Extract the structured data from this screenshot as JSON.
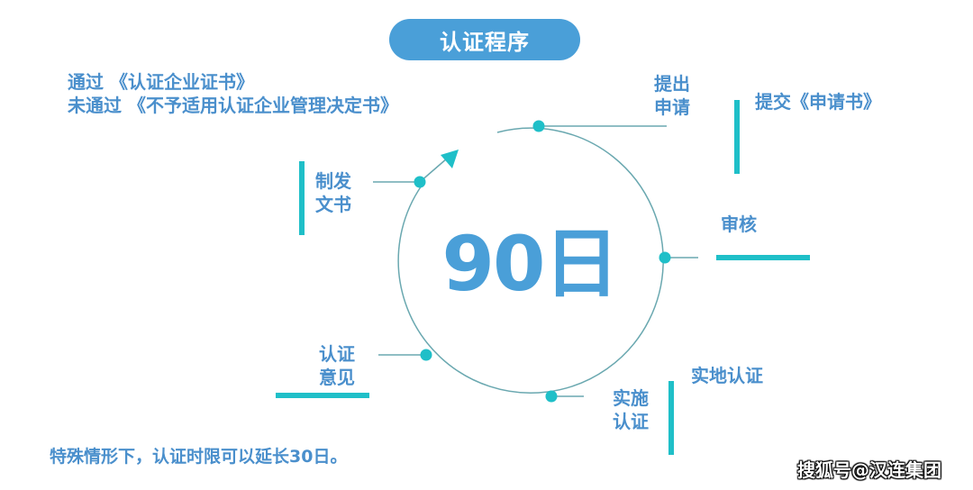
{
  "title": "认证程序",
  "results": {
    "pass": "通过 《认证企业证书》",
    "fail": "未通过 《不予适用认证企业管理决定书》"
  },
  "center_label": "90日",
  "steps": [
    {
      "label_line1": "提出",
      "label_line2": "申请",
      "detail": "提交《申请书》"
    },
    {
      "label_line1": "审核",
      "label_line2": "",
      "detail": ""
    },
    {
      "label_line1": "实施",
      "label_line2": "认证",
      "detail": "实地认证"
    },
    {
      "label_line1": "认证",
      "label_line2": "意见",
      "detail": ""
    },
    {
      "label_line1": "制发",
      "label_line2": "文书",
      "detail": ""
    }
  ],
  "footer_note": "特殊情形下，认证时限可以延长30日。",
  "watermark": "搜狐号@汉连集团",
  "colors": {
    "pill_bg": "#4a9fd8",
    "text_blue": "#4a8fcc",
    "accent_teal": "#1fbfc8",
    "circle_line": "#6aa8b0"
  }
}
